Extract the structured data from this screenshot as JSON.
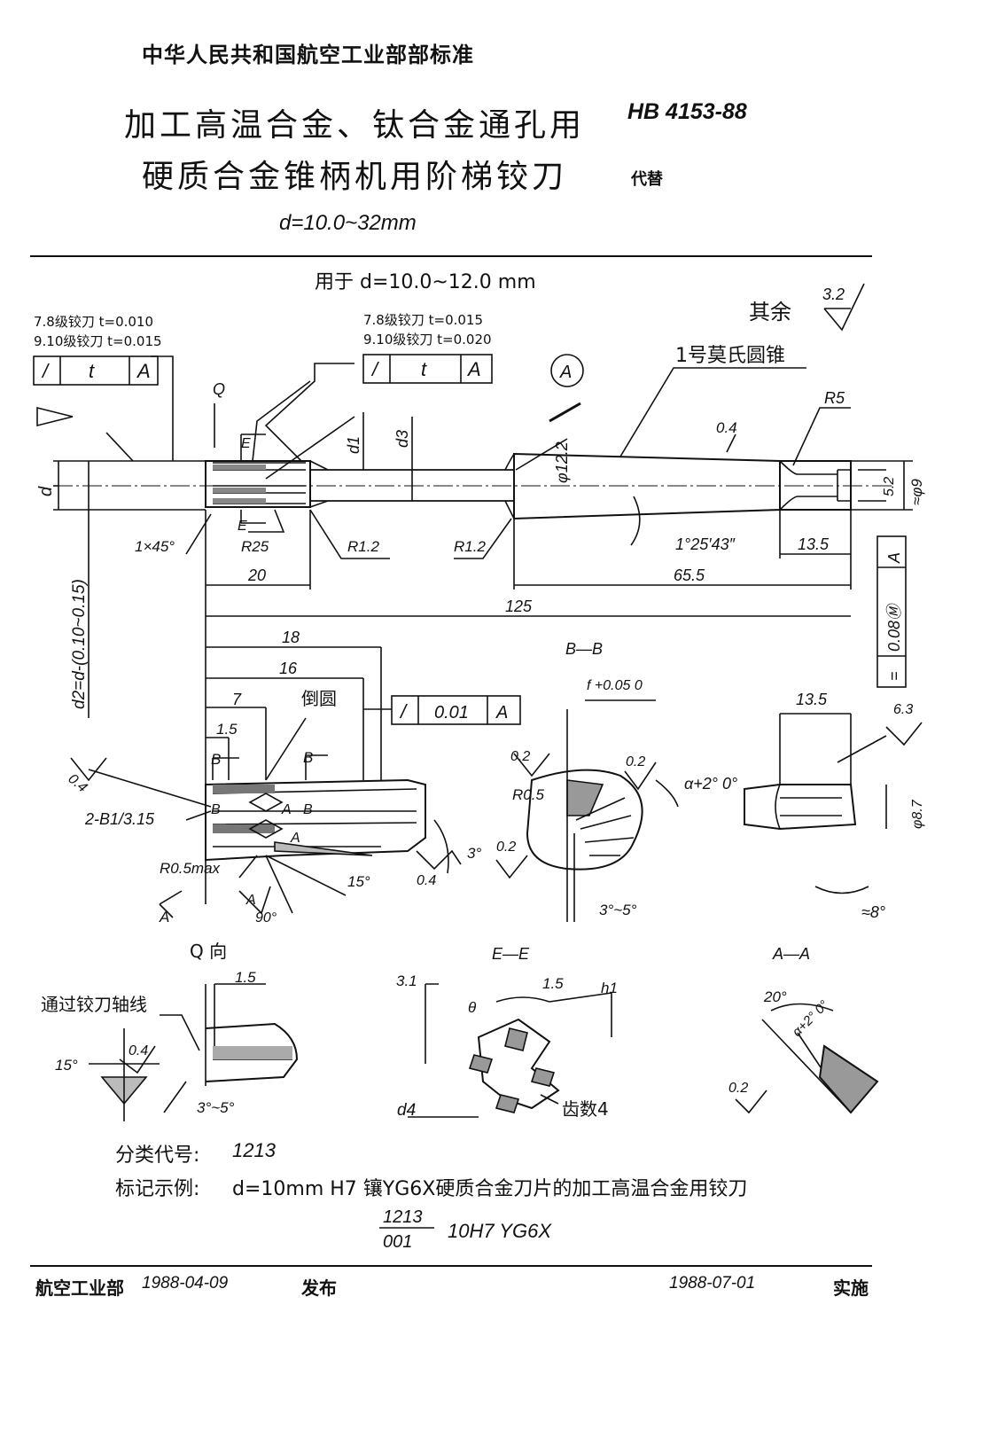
{
  "header": {
    "authority": "中华人民共和国航空工业部部标准",
    "title_line1": "加工高温合金、钛合金通孔用",
    "title_line2": "硬质合金锥柄机用阶梯铰刀",
    "standard_no": "HB 4153-88",
    "replaces": "代替",
    "range": "d=10.0~32mm"
  },
  "drawing": {
    "applies_to": "用于 d=10.0~12.0 mm",
    "surface_rest_symbol": "其余",
    "surface_rest_value": "3.2",
    "tolerance_left": {
      "line1": "7.8级铰刀 t=0.010",
      "line2": "9.10级铰刀 t=0.015",
      "cell1": "/",
      "cell2": "t",
      "cell3": "A"
    },
    "tolerance_right": {
      "line1": "7.8级铰刀 t=0.015",
      "line2": "9.10级铰刀 t=0.020",
      "cell1": "/",
      "cell2": "t",
      "cell3": "A"
    },
    "tolerance_runout": {
      "cell1": "/",
      "cell2": "0.01",
      "cell3": "A"
    },
    "tolerance_vertical": {
      "cell1": "=",
      "cell2": "0.08Ⓜ",
      "cell3": "A"
    },
    "morse_taper": "1号莫氏圆锥",
    "datum": "A",
    "view_q": "Q",
    "view_q_title": "Q 向",
    "section_bb": "B—B",
    "section_ee": "E—E",
    "section_aa": "A—A",
    "labels": {
      "d": "d",
      "d1": "d1",
      "d2": "d2=d-(0.10~0.15)",
      "d3": "d3",
      "d4": "d4",
      "h1": "h1",
      "E": "E",
      "B": "B",
      "A": "A",
      "theta": "θ",
      "chamfer": "1×45°",
      "r25": "R25",
      "r12a": "R1.2",
      "r12b": "R1.2",
      "r5": "R5",
      "phi122": "φ12.2",
      "phi9": "≈φ9",
      "phi87": "φ8.7",
      "taper_angle": "1°25′43″",
      "dim20": "20",
      "dim655": "65.5",
      "dim125": "125",
      "dim135a": "13.5",
      "dim135b": "13.5",
      "dim52": "5.2",
      "dim18": "18",
      "dim16": "16",
      "dim7": "7",
      "dim15a": "1.5",
      "round_edge": "倒圆",
      "b_slots": "2-B1/3.15",
      "r05max": "R0.5max",
      "deg90": "90°",
      "deg15a": "15°",
      "deg3": "3°",
      "ra04a": "0.4",
      "ra04b": "0.4",
      "ra04c": "0.4",
      "ra63": "6.3",
      "approx8": "≈8°",
      "ra02a": "0.2",
      "ra02b": "0.2",
      "ra02c": "0.2",
      "ra02d": "0.2",
      "r05": "R0.5",
      "alpha": "α+2° 0°",
      "fb": "f +0.05 0",
      "deg35a": "3°~5°",
      "through_axis": "通过铰刀轴线",
      "dim15b": "1.5",
      "deg15b": "15°",
      "ra04d": "0.4",
      "deg35b": "3°~5°",
      "dim31": "3.1",
      "dim15c": "1.5",
      "teeth": "齿数4",
      "deg20": "20°",
      "alpha_aa": "α+2° 0°"
    }
  },
  "notes": {
    "classification_label": "分类代号:",
    "classification_value": "1213",
    "marking_label": "标记示例:",
    "marking_text": "d=10mm H7   镶YG6X硬质合金刀片的加工高温合金用铰刀",
    "fraction_num": "1213",
    "fraction_den": "001",
    "fraction_suffix": "10H7  YG6X"
  },
  "footer": {
    "issuer": "航空工业部",
    "issue_date": "1988-04-09",
    "issued": "发布",
    "effective_date": "1988-07-01",
    "effective": "实施"
  }
}
